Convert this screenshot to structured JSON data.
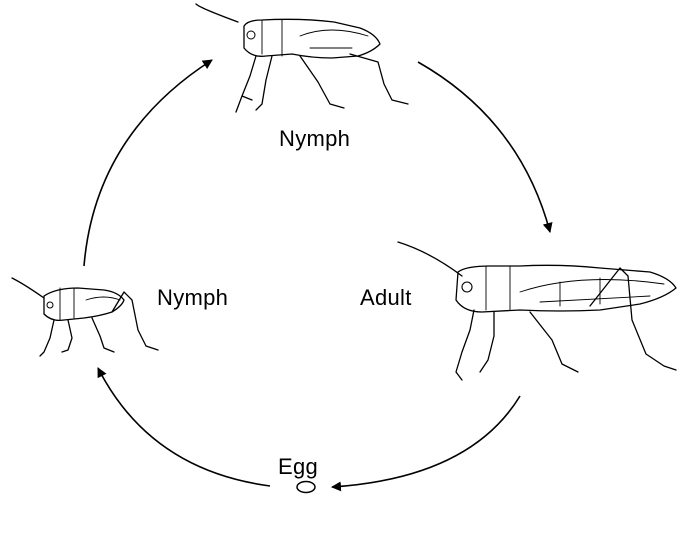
{
  "labels": {
    "nymph_top": "Nymph",
    "nymph_left": "Nymph",
    "adult": "Adult",
    "egg": "Egg"
  },
  "cycle_order": [
    "Egg",
    "Nymph",
    "Nymph",
    "Adult"
  ],
  "colors": {
    "ink": "#000000",
    "background": "#ffffff"
  }
}
